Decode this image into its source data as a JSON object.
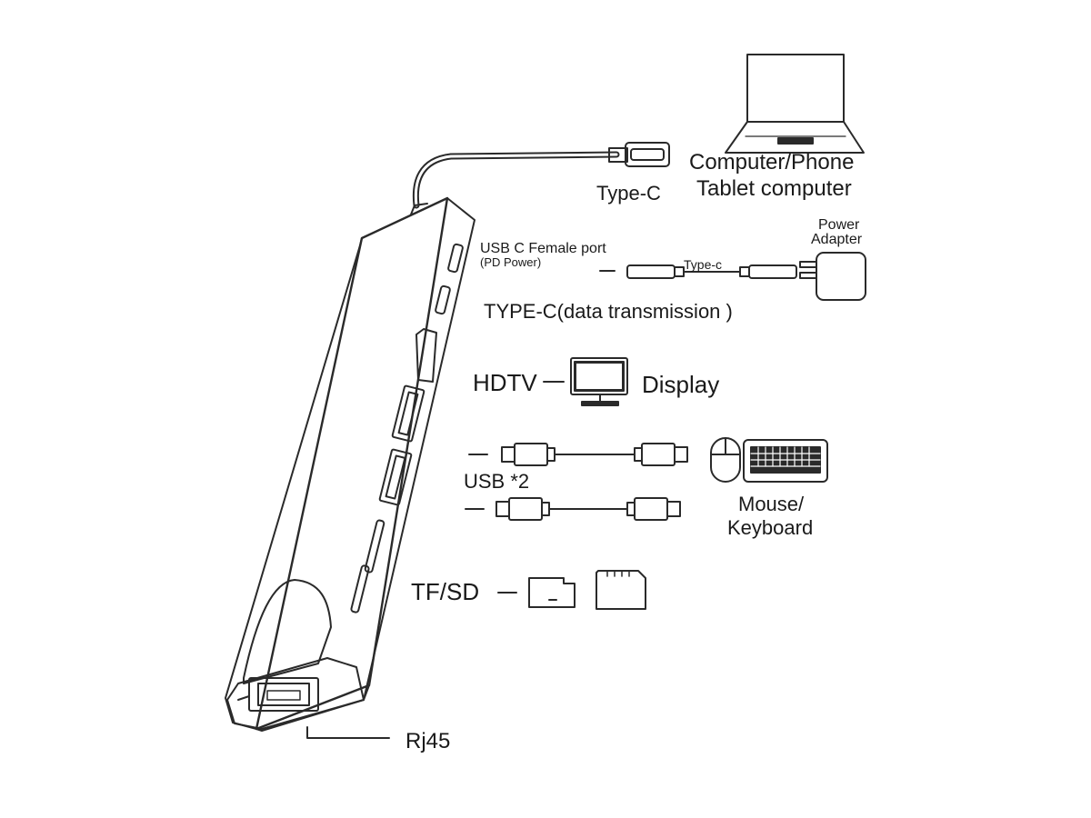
{
  "labels": {
    "device": "Computer/Phone",
    "device2": "Tablet computer",
    "type_c": "Type-C",
    "usb_c_female": "USB C Female port",
    "pd_power": "(PD Power)",
    "type_c_cable": "Type-c",
    "power_line1": "Power",
    "power_line2": "Adapter",
    "type_c_data": "TYPE-C(data transmission )",
    "hdtv": "HDTV",
    "display": "Display",
    "usb2": "USB *2",
    "mouse": "Mouse/",
    "keyboard": "Keyboard",
    "tfsd": "TF/SD",
    "rj45": "Rj45"
  },
  "icons": [
    "laptop-icon",
    "type-c-plug-icon",
    "power-adapter-icon",
    "monitor-icon",
    "usb-plug-icon",
    "mouse-icon",
    "keyboard-icon",
    "micro-sd-card-icon",
    "sd-card-icon",
    "rj45-port-icon"
  ],
  "colors": {
    "line": "#2a2a2a",
    "fill": "#ffffff"
  }
}
